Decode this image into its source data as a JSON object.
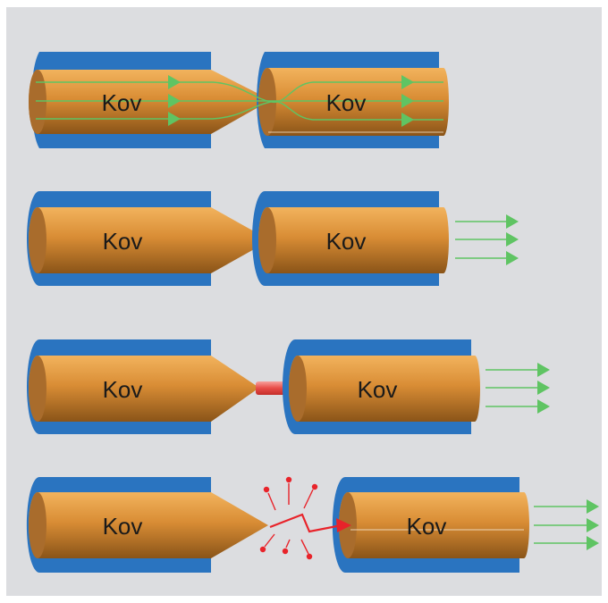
{
  "colors": {
    "background": "#dcdde0",
    "sheath": "#2a74c0",
    "conductor_light": "#e6a24a",
    "conductor_dark": "#8a5418",
    "end_cap": "#a96c2c",
    "green": "#5fc463",
    "red": "#e84d48",
    "spark": "#e8232a"
  },
  "label": "Kov",
  "rows": [
    {
      "name": "row-touching-with-bridging-current",
      "left_label": "Kov",
      "right_label": "Kov",
      "connection": "direct-contact",
      "arrows_inside": true,
      "arrow_count": 3
    },
    {
      "name": "row-touching-output",
      "left_label": "Kov",
      "right_label": "Kov",
      "connection": "direct-contact",
      "arrows_inside": false,
      "arrow_count": 3
    },
    {
      "name": "row-bridge",
      "left_label": "Kov",
      "right_label": "Kov",
      "connection": "red-bridge",
      "arrows_inside": false,
      "arrow_count": 3
    },
    {
      "name": "row-spark",
      "left_label": "Kov",
      "right_label": "Kov",
      "connection": "spark-gap",
      "arrows_inside": false,
      "arrow_count": 3
    }
  ]
}
